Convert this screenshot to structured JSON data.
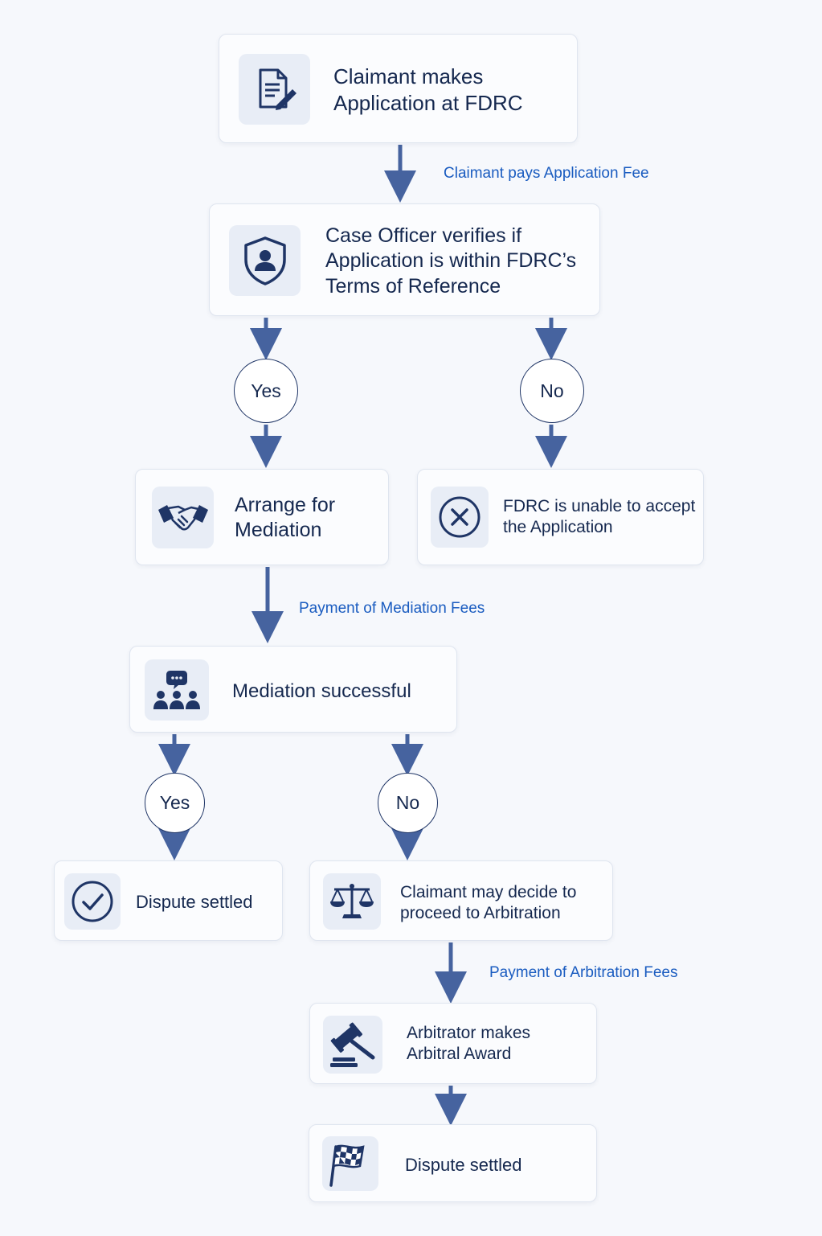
{
  "nodes": {
    "application": {
      "line1": "Claimant makes",
      "line2": "Application at FDRC",
      "icon": "document-edit-icon"
    },
    "verify": {
      "line1": "Case Officer verifies if",
      "line2": "Application is within FDRC’s",
      "line3": "Terms of Reference",
      "icon": "shield-person-icon"
    },
    "arrange_mediation": {
      "line1": "Arrange for",
      "line2": "Mediation",
      "icon": "handshake-icon"
    },
    "unable_accept": {
      "line1": "FDRC is unable to accept",
      "line2": "the Application",
      "icon": "circle-x-icon"
    },
    "mediation_successful": {
      "line1": "Mediation successful",
      "icon": "group-chat-icon"
    },
    "dispute_settled_1": {
      "line1": "Dispute settled",
      "icon": "check-circle-icon"
    },
    "arbitration_decision": {
      "line1": "Claimant may decide to",
      "line2": "proceed to Arbitration",
      "icon": "scales-icon"
    },
    "arbitral_award": {
      "line1": "Arbitrator makes",
      "line2": "Arbitral Award",
      "icon": "gavel-icon"
    },
    "dispute_settled_2": {
      "line1": "Dispute settled",
      "icon": "checkered-flag-icon"
    }
  },
  "decisions": {
    "verify_yes": "Yes",
    "verify_no": "No",
    "mediation_yes": "Yes",
    "mediation_no": "No"
  },
  "edge_labels": {
    "application_fee": "Claimant pays Application Fee",
    "mediation_fees": "Payment of Mediation Fees",
    "arbitration_fees": "Payment of Arbitration Fees"
  },
  "colors": {
    "arrow": "#46639f",
    "edge_label": "#1a5cc0",
    "text": "#15284f",
    "icon": "#1f3566"
  }
}
